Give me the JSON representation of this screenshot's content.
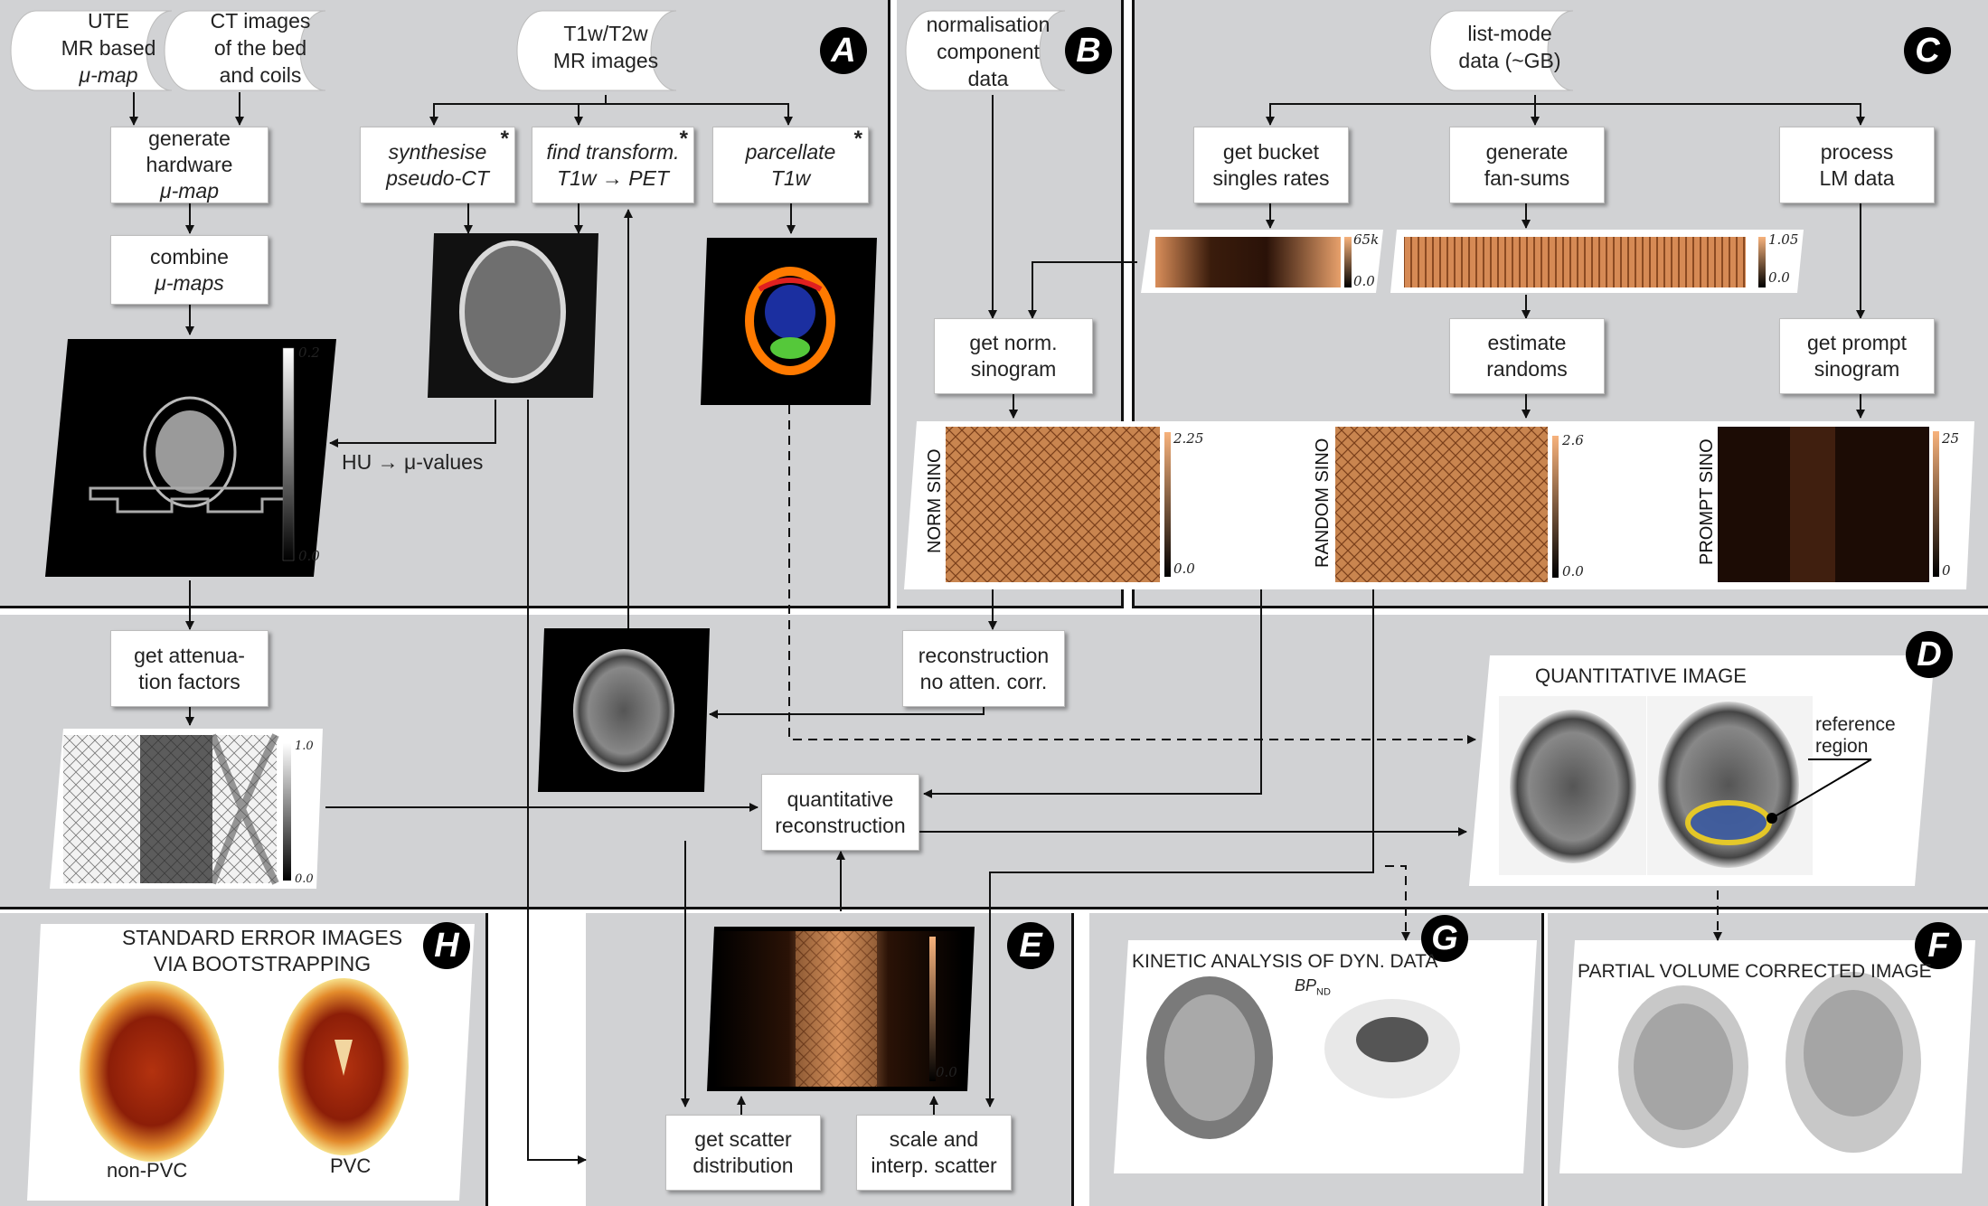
{
  "panels": {
    "a": "A",
    "b": "B",
    "c": "C",
    "d": "D",
    "e": "E",
    "f": "F",
    "g": "G",
    "h": "H"
  },
  "inputs": {
    "ute": [
      "UTE",
      "MR based",
      "μ-map"
    ],
    "ct": [
      "CT images",
      "of the bed",
      "and coils"
    ],
    "t1w": [
      "T1w/T2w",
      "MR images"
    ],
    "norm": [
      "normalisation",
      "component",
      "data"
    ],
    "listmode": [
      "list-mode",
      "data (~GB)"
    ]
  },
  "steps": {
    "gen_hw": [
      "generate",
      "hardware",
      "μ-map"
    ],
    "combine": [
      "combine",
      "μ-maps"
    ],
    "synth": [
      "synthesise",
      "pseudo-CT"
    ],
    "transform": [
      "find transform.",
      "T1w → PET"
    ],
    "parcel": [
      "parcellate",
      "T1w"
    ],
    "bucket": [
      "get bucket",
      "singles rates"
    ],
    "fansums": [
      "generate",
      "fan-sums"
    ],
    "processlm": [
      "process",
      "LM data"
    ],
    "getnorm": [
      "get norm.",
      "sinogram"
    ],
    "randoms": [
      "estimate",
      "randoms"
    ],
    "prompt": [
      "get prompt",
      "sinogram"
    ],
    "attfac": [
      "get attenua-",
      "tion factors"
    ],
    "recon_nac": [
      "reconstruction",
      "no atten. corr."
    ],
    "quant": [
      "quantitative",
      "reconstruction"
    ],
    "scatter_dist": [
      "get scatter",
      "distribution"
    ],
    "scale_scatter": [
      "scale and",
      "interp. scatter"
    ]
  },
  "star": "*",
  "labels": {
    "hu": "HU → μ-values",
    "norm_sino": "NORM SINO",
    "random_sino": "RANDOM SINO",
    "prompt_sino": "PROMPT SINO",
    "quant_image": "QUANTITATIVE IMAGE",
    "reference": [
      "reference",
      "region"
    ],
    "kinetic": "KINETIC ANALYSIS OF DYN. DATA",
    "bp": "BP",
    "bp_sub": "ND",
    "pvc_title": "PARTIAL VOLUME CORRECTED IMAGE",
    "stderr": [
      "STANDARD ERROR IMAGES",
      "VIA BOOTSTRAPPING"
    ],
    "nonpvc": "non-PVC",
    "pvc": "PVC"
  },
  "ticks": {
    "mu_max": "0.2",
    "mu_min": "0.0",
    "bucket_max": "65k",
    "bucket_min": "0.0",
    "fan_max": "1.05",
    "fan_min": "0.0",
    "norm_max": "2.25",
    "norm_min": "0.0",
    "rand_max": "2.6",
    "rand_min": "0.0",
    "prompt_max": "25",
    "prompt_min": "0",
    "att_max": "1.0",
    "att_min": "0.0",
    "scat_min": "0.0"
  },
  "colors": {
    "panel": "#d1d2d4",
    "copper": "#d9905e",
    "badge": "#000000"
  }
}
